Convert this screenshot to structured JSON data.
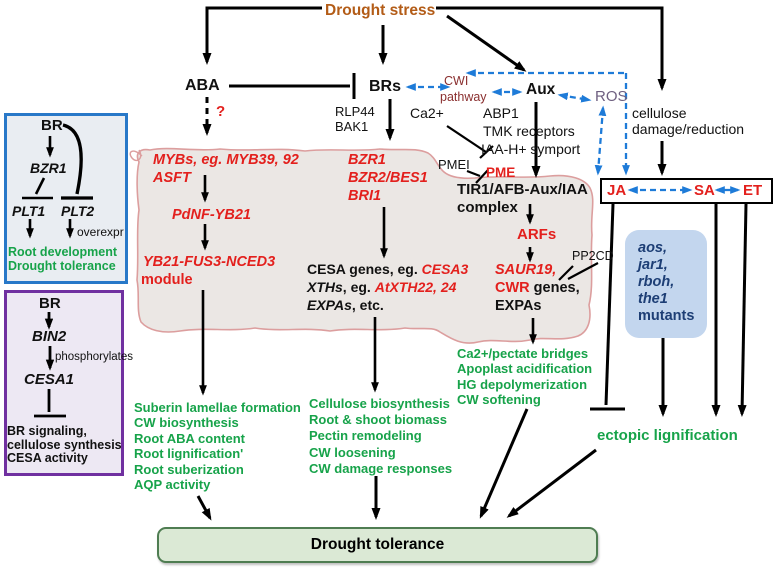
{
  "top": {
    "drought_stress": "Drought stress",
    "aba": "ABA",
    "brs": "BRs",
    "aux": "Aux",
    "ros": "ROS",
    "question_mark": "?",
    "rlp44": "RLP44",
    "bak1": "BAK1",
    "cwi_line1": "CWI",
    "cwi_line2": "pathway",
    "ca2": "Ca2+",
    "abp1": "ABP1",
    "tmk": "TMK receptors",
    "symport": "IAA-H+ symport",
    "pmei": "PMEI",
    "pme": "PME",
    "cellulose1": "cellulose",
    "cellulose2": "damage/reduction"
  },
  "module": {
    "col1": {
      "l1": "MYBs, eg. MYB39, 92",
      "l2": "ASFT",
      "l3": "PdNF-YB21",
      "l4": "YB21-FUS3-NCED3",
      "l5": "module"
    },
    "col2": {
      "g1": "BZR1",
      "g2": "BZR2/BES1",
      "g3": "BRI1",
      "t1a": "CESA genes, eg. ",
      "t1b": "CESA3",
      "t2a": "XTHs",
      "t2b": ", eg. ",
      "t2c": "AtXTH22, 24",
      "t3a": "EXPAs",
      "t3b": ", etc."
    },
    "col3": {
      "c1": "TIR1/AFB-Aux/IAA",
      "c2": "complex",
      "arfs": "ARFs",
      "pp2cd": "PP2CD",
      "s1": "SAUR19,",
      "s2a": "CWR",
      "s2b": " genes,",
      "s3": "EXPAs"
    }
  },
  "blue_box": {
    "br": "BR",
    "bzr1": "BZR1",
    "plt1": "PLT1",
    "plt2": "PLT2",
    "overexpr": "overexpr",
    "out1": "Root development",
    "out2": "Drought tolerance"
  },
  "purple_box": {
    "br": "BR",
    "bin2": "BIN2",
    "phos": "phosphorylates",
    "cesa1": "CESA1",
    "out1": "BR signaling,",
    "out2": "cellulose synthesis",
    "out3": "CESA activity"
  },
  "ja_box": {
    "ja": "JA",
    "sa": "SA",
    "et": "ET"
  },
  "mutants_box": {
    "m1": "aos,",
    "m2": "jar1,",
    "m3": "rboh,",
    "m4": "the1",
    "m5": "mutants"
  },
  "outcomes": {
    "list1": [
      "Suberin lamellae formation",
      "CW biosynthesis",
      "Root ABA content",
      "Root lignification'",
      "Root suberization",
      "AQP activity"
    ],
    "list2": [
      "Cellulose biosynthesis",
      "Root & shoot biomass",
      "Pectin remodeling",
      "CW loosening",
      "CW damage responses"
    ],
    "list3": [
      "Ca2+/pectate bridges",
      "Apoplast acidification",
      "HG depolymerization",
      "CW softening"
    ],
    "ectopic": "ectopic lignification",
    "drought_tolerance": "Drought tolerance"
  },
  "colors": {
    "red": "#e3201d",
    "green": "#17a34a",
    "brown": "#b35c17",
    "maroon": "#8a2f2f",
    "blue": "#1e7bd8",
    "ros_purple": "#6e5f80",
    "navy": "#1d3e75",
    "blue_box_border": "#2878c8",
    "purple_box_border": "#7030a0",
    "module_fill": "#ebe7e4",
    "module_stroke": "#dc9e9e",
    "mutants_fill": "#c3d6ee",
    "dt_fill": "#dbe9d5",
    "dt_border": "#4f7d52"
  }
}
